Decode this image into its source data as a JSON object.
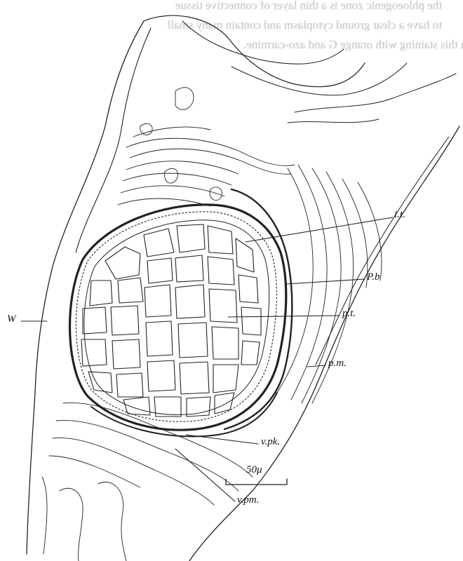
{
  "bleed_text": [
    "the phloeogenic zone is a thin layer of connective tissue",
    "to have a clear ground cytoplasm and contain many small",
    "in this staining with orange G and azo-carmine."
  ],
  "labels": {
    "it": "i.t.",
    "pb": "P.b",
    "pt": "p.t.",
    "w": "W",
    "pm": "p.m.",
    "vpk": "v.pk.",
    "vpm": "v.pm.",
    "scale": "50μ"
  }
}
